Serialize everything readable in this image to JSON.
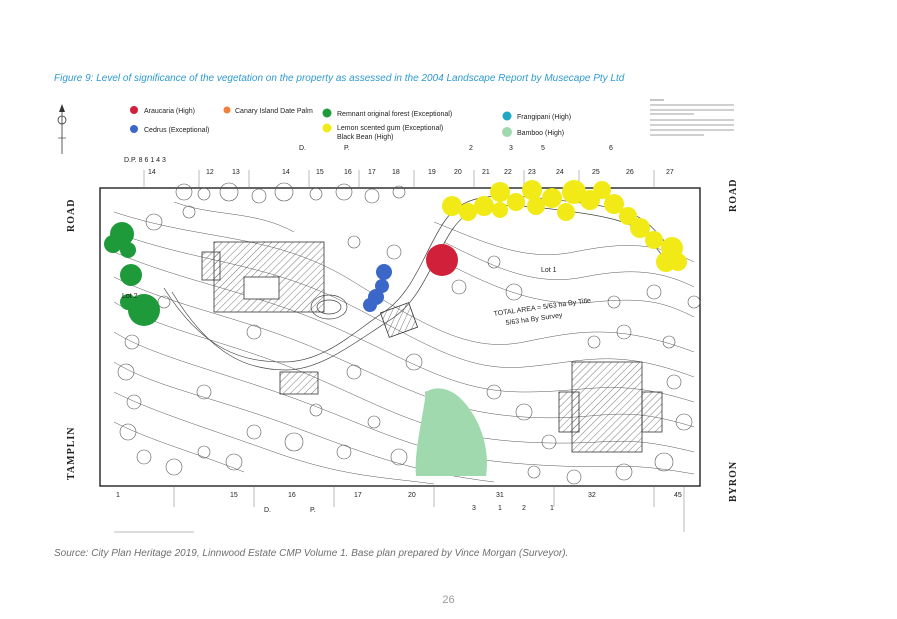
{
  "figure": {
    "caption": "Figure 9: Level of significance of the vegetation on the property as assessed in the 2004 Landscape Report by Musecape Pty Ltd",
    "source": "Source: City Plan Heritage 2019, Linnwood Estate CMP Volume 1. Base plan prepared by Vince Morgan (Surveyor).",
    "page_number": "26"
  },
  "legend": {
    "items": [
      {
        "label": "Araucaria (High)",
        "color": "#d0203a"
      },
      {
        "label": "Canary Island Date Palm",
        "color": "#f07f3c"
      },
      {
        "label": "Remnant original forest (Exceptional)",
        "color": "#1f9a3a"
      },
      {
        "label": "Frangipani (High)",
        "color": "#21a6c4"
      },
      {
        "label": "Cedrus (Exceptional)",
        "color": "#3b67c9"
      },
      {
        "label": "Lemon scented gum (Exceptional)",
        "color": "#f2ea16"
      },
      {
        "label": "Black Bean (High)",
        "color": "#f2ea16"
      },
      {
        "label": "Bamboo (High)",
        "color": "#9fd9ad"
      }
    ]
  },
  "plan": {
    "road_left_top": "ROAD",
    "road_left_bottom": "TAMPLIN",
    "road_right_top": "ROAD",
    "road_right_bottom": "BYRON",
    "dp_label": "D.P. 8 6 1 4 3",
    "lot_label": "Lot 1",
    "lot_left_label": "Lot 2",
    "total_area": "TOTAL AREA = 5/63 ha By Title",
    "total_area_2": "5/63 ha By Survey",
    "top_lot_numbers": [
      "14",
      "12",
      "13",
      "14",
      "15",
      "16",
      "17",
      "18",
      "19",
      "20",
      "21",
      "22",
      "23",
      "24",
      "25",
      "26",
      "27"
    ],
    "bottom_lot_numbers": [
      "1",
      "15",
      "16",
      "17",
      "20",
      "31",
      "32",
      "45"
    ],
    "top_marks": [
      "D.",
      "P.",
      "2",
      "3",
      "5",
      "6"
    ],
    "bottom_marks": [
      "D.",
      "P.",
      "3",
      "1",
      "2",
      "1"
    ]
  }
}
